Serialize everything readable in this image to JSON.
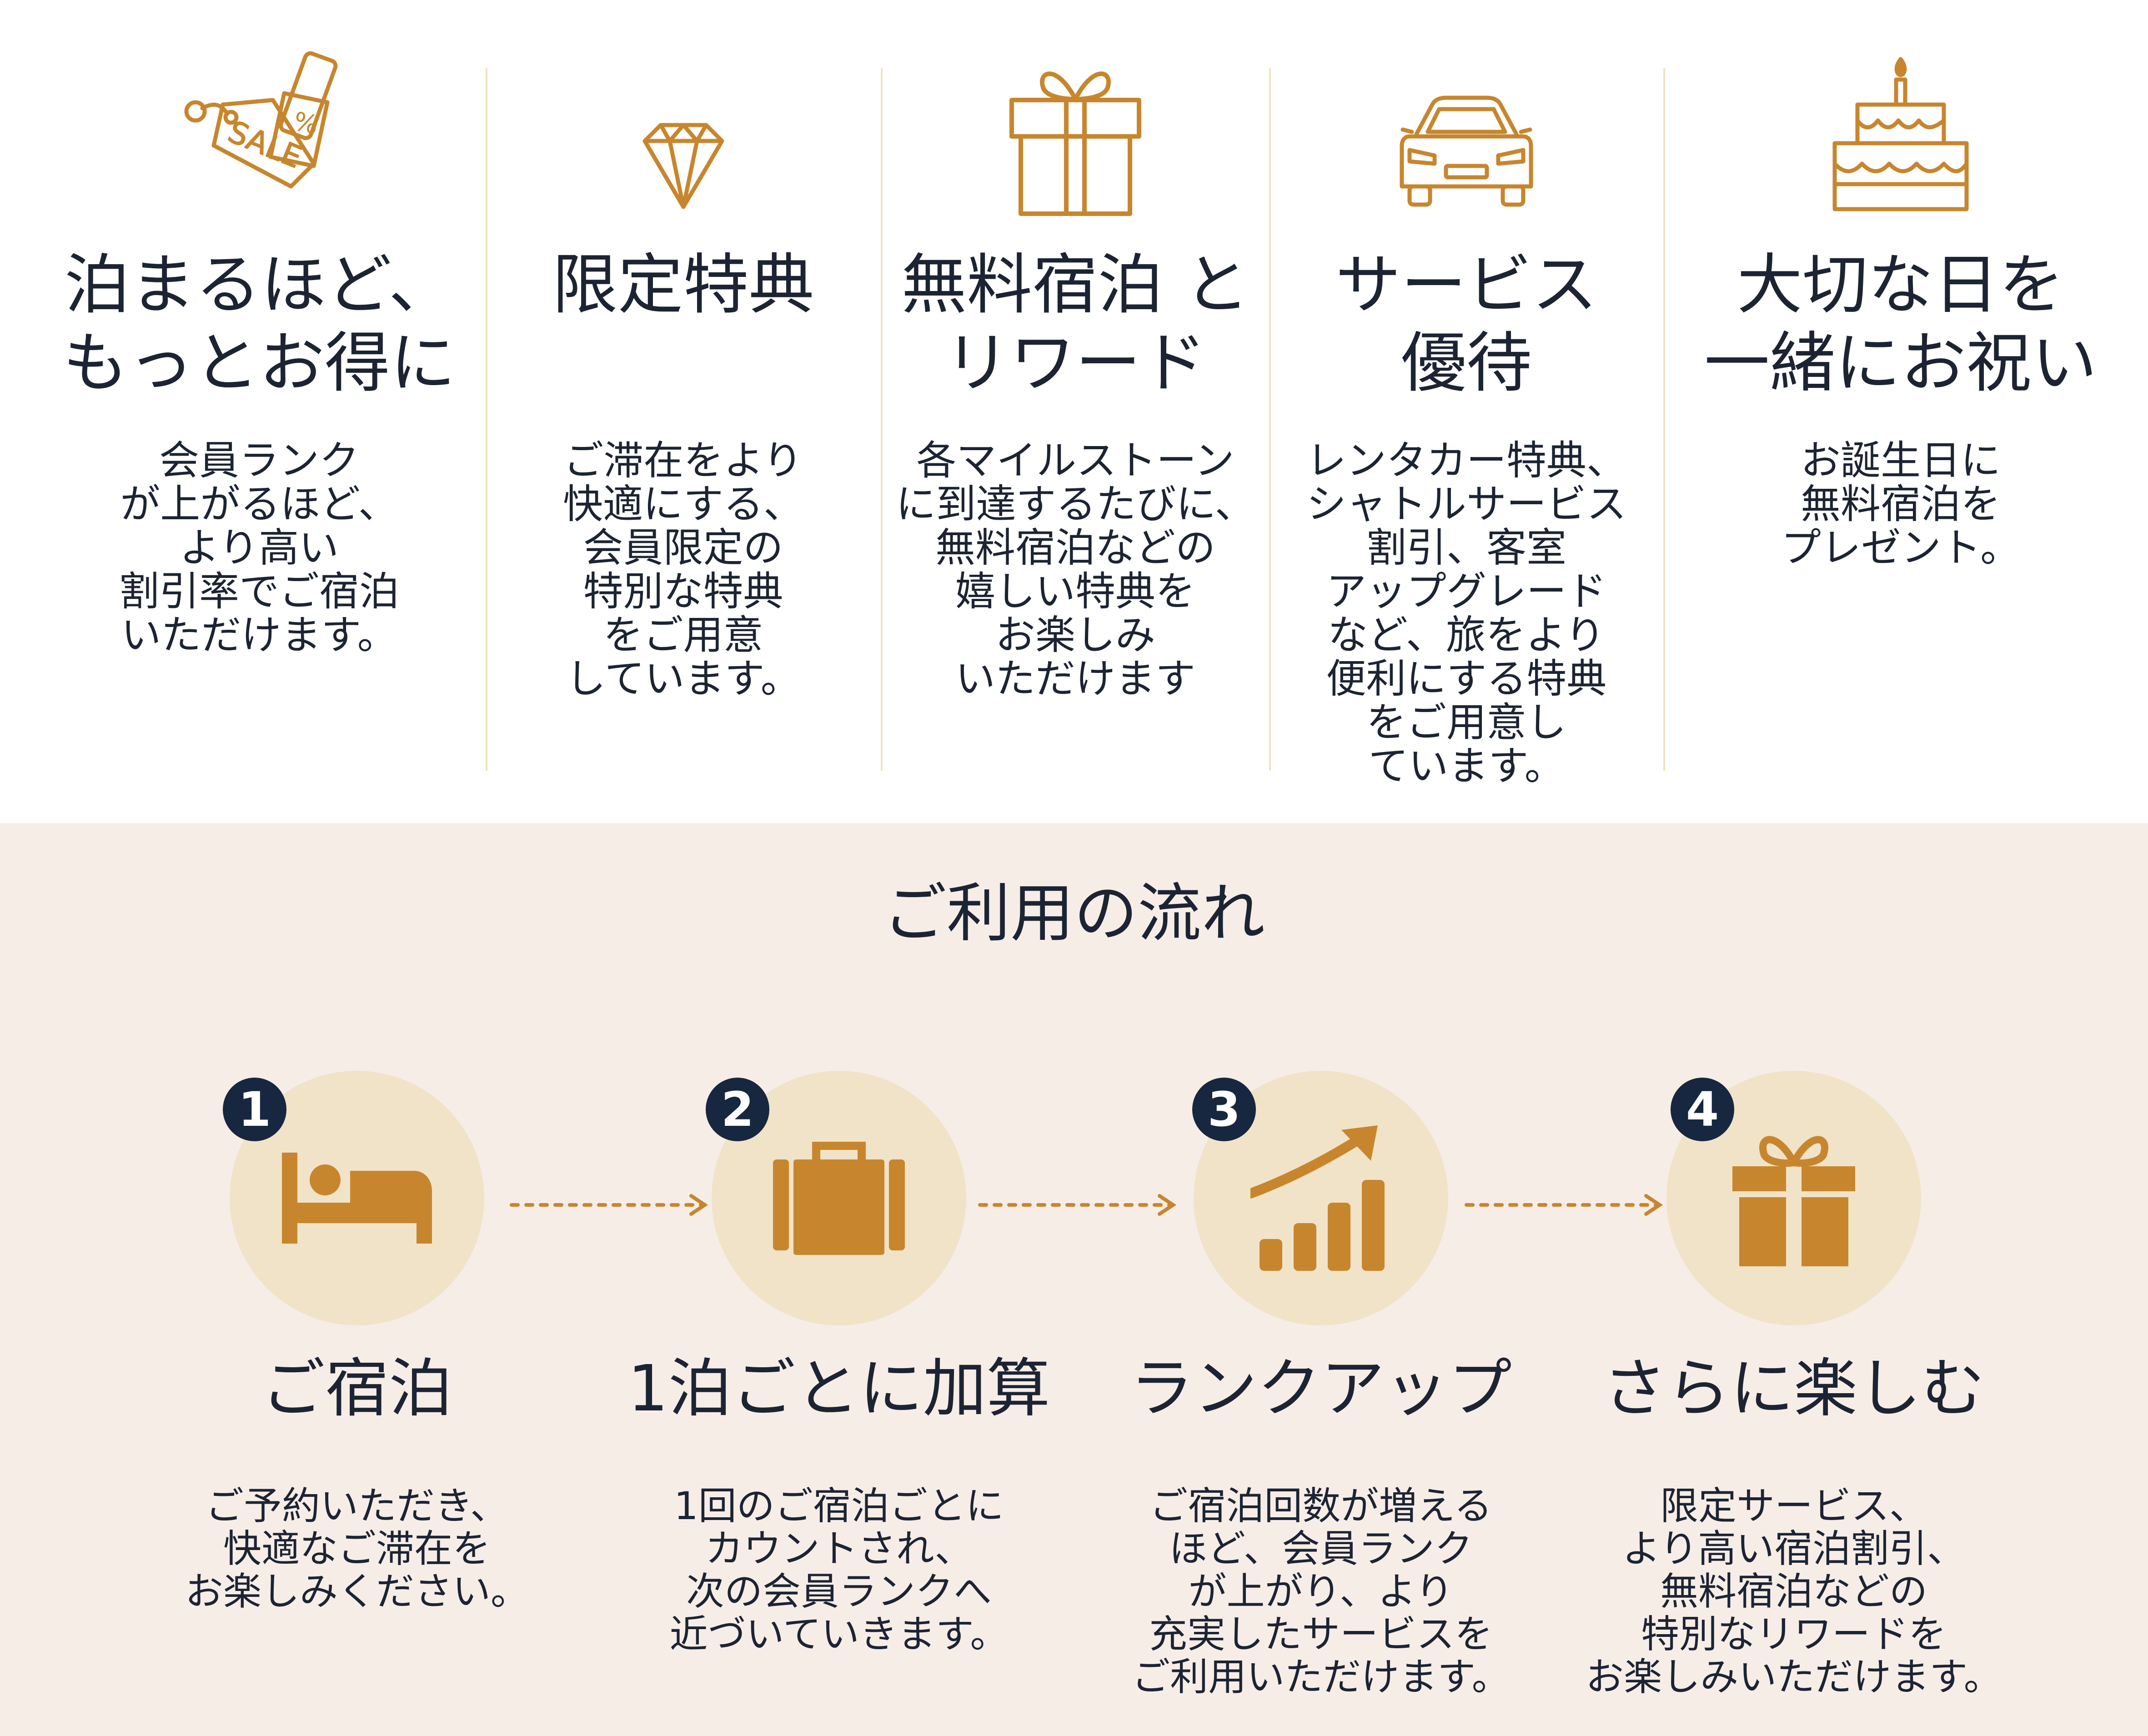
{
  "colors": {
    "gold": "#c7862e",
    "navy": "#16273f",
    "cream": "#f6ede7",
    "circle": "#f1e3c8",
    "divider": "#f0e3c2"
  },
  "benefits": [
    {
      "icon": "sale-tag-icon",
      "tag_text": "SALE",
      "tag_symbol": "%",
      "title": "泊まるほど、\nもっとお得に",
      "description": "会員ランク\nが上がるほど、\nより高い\n割引率でご宿泊\nいただけます。"
    },
    {
      "icon": "diamond-icon",
      "title": "限定特典",
      "description": "ご滞在をより\n快適にする、\n会員限定の\n特別な特典\nをご用意\nしています。"
    },
    {
      "icon": "gift-icon",
      "title": "無料宿泊 と\nリワード",
      "description": "各マイルストーン\nに到達するたびに、\n無料宿泊などの\n嬉しい特典を\nお楽しみ\nいただけます"
    },
    {
      "icon": "car-icon",
      "title": "サービス\n優待",
      "description": "レンタカー特典、\nシャトルサービス\n割引、客室\nアップグレード\nなど、旅をより\n便利にする特典\nをご用意し\nています。"
    },
    {
      "icon": "birthday-cake-icon",
      "title": "大切な日を\n一緒にお祝い",
      "description": "お誕生日に\n無料宿泊を\nプレゼント。"
    }
  ],
  "flow": {
    "title": "ご利用の流れ",
    "steps": [
      {
        "number": "1",
        "icon": "bed-icon",
        "title": "ご宿泊",
        "description": "ご予約いただき、\n快適なご滞在を\nお楽しみください。"
      },
      {
        "number": "2",
        "icon": "suitcase-icon",
        "title": "1泊ごとに加算",
        "description": "1回のご宿泊ごとに\nカウントされ、\n次の会員ランクへ\n近づいていきます。"
      },
      {
        "number": "3",
        "icon": "growth-chart-icon",
        "title": "ランクアップ",
        "description": "ご宿泊回数が増える\nほど、会員ランク\nが上がり、より\n充実したサービスを\nご利用いただけます。"
      },
      {
        "number": "4",
        "icon": "gift-icon",
        "title": "さらに楽しむ",
        "description": "限定サービス、\nより高い宿泊割引、\n無料宿泊などの\n特別なリワードを\nお楽しみいただけます。"
      }
    ]
  }
}
